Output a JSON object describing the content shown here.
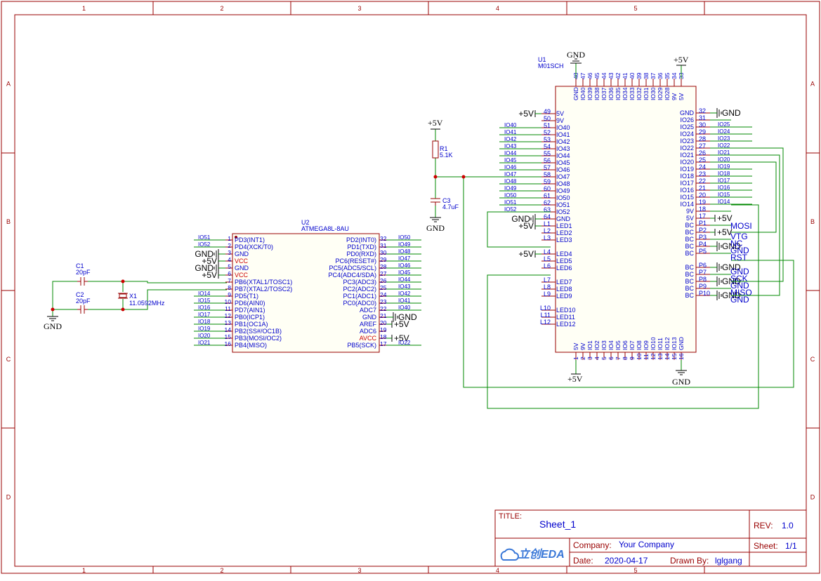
{
  "frame": {
    "columns": [
      "1",
      "2",
      "3",
      "4",
      "5"
    ],
    "rows": [
      "A",
      "B",
      "C",
      "D"
    ]
  },
  "title_block": {
    "title_label": "TITLE:",
    "title_value": "Sheet_1",
    "rev_label": "REV:",
    "rev_value": "1.0",
    "company_label": "Company:",
    "company_value": "Your Company",
    "sheet_label": "Sheet:",
    "sheet_value": "1/1",
    "date_label": "Date:",
    "date_value": "2020-04-17",
    "drawn_by_label": "Drawn By:",
    "drawn_by_value": "lglgang",
    "logo_text": "立创EDA"
  },
  "u1": {
    "ref": "U1",
    "part": "M01SCH",
    "top_pin_nums": [
      "48",
      "47",
      "46",
      "45",
      "44",
      "43",
      "42",
      "41",
      "40",
      "39",
      "38",
      "37",
      "36",
      "35",
      "34",
      "33"
    ],
    "top_pin_names": [
      "GND",
      "IO40",
      "IO39",
      "IO38",
      "IO37",
      "IO36",
      "IO35",
      "IO34",
      "IO33",
      "IO32",
      "IO31",
      "IO30",
      "IO29",
      "IO28",
      "9V",
      "5V"
    ],
    "bottom_pin_nums": [
      "1",
      "2",
      "3",
      "4",
      "5",
      "6",
      "7",
      "8",
      "9",
      "10",
      "11",
      "12",
      "13",
      "14",
      "15",
      "16"
    ],
    "bottom_pin_names": [
      "5V",
      "9V",
      "IO1",
      "IO2",
      "IO3",
      "IO4",
      "IO5",
      "IO6",
      "IO7",
      "IO8",
      "IO9",
      "IO10",
      "IO11",
      "IO12",
      "IO13",
      "GND"
    ],
    "left_pins": [
      {
        "num": "49",
        "name": "5V",
        "net": "+5V"
      },
      {
        "num": "50",
        "name": "9V",
        "net": ""
      },
      {
        "num": "51",
        "name": "IO40",
        "net": "IO40"
      },
      {
        "num": "52",
        "name": "IO41",
        "net": "IO41"
      },
      {
        "num": "53",
        "name": "IO42",
        "net": "IO42"
      },
      {
        "num": "54",
        "name": "IO43",
        "net": "IO43"
      },
      {
        "num": "55",
        "name": "IO44",
        "net": "IO44"
      },
      {
        "num": "56",
        "name": "IO45",
        "net": "IO45"
      },
      {
        "num": "57",
        "name": "IO46",
        "net": "IO46"
      },
      {
        "num": "58",
        "name": "IO47",
        "net": "IO47"
      },
      {
        "num": "59",
        "name": "IO48",
        "net": "IO48"
      },
      {
        "num": "60",
        "name": "IO49",
        "net": "IO49"
      },
      {
        "num": "61",
        "name": "IO50",
        "net": "IO50"
      },
      {
        "num": "62",
        "name": "IO51",
        "net": "IO51"
      },
      {
        "num": "63",
        "name": "IO52",
        "net": "IO52"
      },
      {
        "num": "64",
        "name": "GND",
        "net": "GND"
      },
      {
        "num": "L1",
        "name": "LED1",
        "net": "+5V"
      },
      {
        "num": "L2",
        "name": "LED2",
        "net": ""
      },
      {
        "num": "L3",
        "name": "LED3",
        "net": ""
      },
      {
        "num": "",
        "name": "",
        "net": ""
      },
      {
        "num": "L4",
        "name": "LED4",
        "net": "+5V"
      },
      {
        "num": "L5",
        "name": "LED5",
        "net": ""
      },
      {
        "num": "L6",
        "name": "LED6",
        "net": ""
      },
      {
        "num": "",
        "name": "",
        "net": ""
      },
      {
        "num": "L7",
        "name": "LED7",
        "net": ""
      },
      {
        "num": "L8",
        "name": "LED8",
        "net": ""
      },
      {
        "num": "L9",
        "name": "LED9",
        "net": ""
      },
      {
        "num": "",
        "name": "",
        "net": ""
      },
      {
        "num": "L10",
        "name": "LED10",
        "net": ""
      },
      {
        "num": "L11",
        "name": "LED11",
        "net": ""
      },
      {
        "num": "L12",
        "name": "LED12",
        "net": ""
      }
    ],
    "right_pins": [
      {
        "num": "32",
        "name": "GND",
        "net": "GND"
      },
      {
        "num": "31",
        "name": "IO26",
        "net": ""
      },
      {
        "num": "30",
        "name": "IO25",
        "net": "IO25"
      },
      {
        "num": "29",
        "name": "IO24",
        "net": "IO24"
      },
      {
        "num": "28",
        "name": "IO23",
        "net": "IO23"
      },
      {
        "num": "27",
        "name": "IO22",
        "net": "IO22"
      },
      {
        "num": "26",
        "name": "IO21",
        "net": "IO21"
      },
      {
        "num": "25",
        "name": "IO20",
        "net": "IO20"
      },
      {
        "num": "24",
        "name": "IO19",
        "net": "IO19"
      },
      {
        "num": "23",
        "name": "IO18",
        "net": "IO18"
      },
      {
        "num": "22",
        "name": "IO17",
        "net": "IO17"
      },
      {
        "num": "21",
        "name": "IO16",
        "net": "IO16"
      },
      {
        "num": "20",
        "name": "IO15",
        "net": "IO15"
      },
      {
        "num": "19",
        "name": "IO14",
        "net": "IO14"
      },
      {
        "num": "18",
        "name": "9V",
        "net": ""
      },
      {
        "num": "17",
        "name": "5V",
        "net": "+5V"
      },
      {
        "num": "P1",
        "name": "BC",
        "net": ""
      },
      {
        "num": "P2",
        "name": "BC",
        "net": "+5V"
      },
      {
        "num": "P3",
        "name": "BC",
        "net": ""
      },
      {
        "num": "P4",
        "name": "BC",
        "net": "GND"
      },
      {
        "num": "P5",
        "name": "BC",
        "net": ""
      },
      {
        "num": "",
        "name": "",
        "net": ""
      },
      {
        "num": "P6",
        "name": "BC",
        "net": "GND"
      },
      {
        "num": "P7",
        "name": "BC",
        "net": ""
      },
      {
        "num": "P8",
        "name": "BC",
        "net": "GND"
      },
      {
        "num": "P9",
        "name": "BC",
        "net": ""
      },
      {
        "num": "P10",
        "name": "BC",
        "net": "GND"
      }
    ],
    "isp_labels": [
      "MOSI",
      "VTG",
      "NC",
      "GND",
      "RST",
      "GND",
      "SCK",
      "GND",
      "MISO",
      "GND"
    ]
  },
  "u2": {
    "ref": "U2",
    "part": "ATMEGA8L-8AU",
    "left_pins": [
      {
        "num": "1",
        "name": "PD3(INT1)",
        "net": "IO51",
        "red": false
      },
      {
        "num": "2",
        "name": "PD4(XCK/T0)",
        "net": "IO52",
        "red": false
      },
      {
        "num": "3",
        "name": "GND",
        "net": "GND",
        "red": false
      },
      {
        "num": "4",
        "name": "VCC",
        "net": "+5V",
        "red": true
      },
      {
        "num": "5",
        "name": "GND",
        "net": "GND",
        "red": false
      },
      {
        "num": "6",
        "name": "VCC",
        "net": "+5V",
        "red": true
      },
      {
        "num": "7",
        "name": "PB6(XTAL1/TOSC1)",
        "net": "",
        "red": false
      },
      {
        "num": "8",
        "name": "PB7(XTAL2/TOSC2)",
        "net": "",
        "red": false
      },
      {
        "num": "9",
        "name": "PD5(T1)",
        "net": "IO14",
        "red": false
      },
      {
        "num": "10",
        "name": "PD6(AIN0)",
        "net": "IO15",
        "red": false
      },
      {
        "num": "11",
        "name": "PD7(AIN1)",
        "net": "IO16",
        "red": false
      },
      {
        "num": "12",
        "name": "PB0(ICP1)",
        "net": "IO17",
        "red": false
      },
      {
        "num": "13",
        "name": "PB1(OC1A)",
        "net": "IO18",
        "red": false
      },
      {
        "num": "14",
        "name": "PB2(SS#/OC1B)",
        "net": "IO19",
        "red": false
      },
      {
        "num": "15",
        "name": "PB3(MOSI/OC2)",
        "net": "IO20",
        "red": false
      },
      {
        "num": "16",
        "name": "PB4(MISO)",
        "net": "IO21",
        "red": false
      }
    ],
    "right_pins": [
      {
        "num": "32",
        "name": "PD2(INT0)",
        "net": "IO50",
        "red": false
      },
      {
        "num": "31",
        "name": "PD1(TXD)",
        "net": "IO49",
        "red": false
      },
      {
        "num": "30",
        "name": "PD0(RXD)",
        "net": "IO48",
        "red": false
      },
      {
        "num": "29",
        "name": "PC6(RESET#)",
        "net": "IO47",
        "red": false
      },
      {
        "num": "28",
        "name": "PC5(ADC5/SCL)",
        "net": "IO46",
        "red": false
      },
      {
        "num": "27",
        "name": "PC4(ADC4/SDA)",
        "net": "IO45",
        "red": false
      },
      {
        "num": "26",
        "name": "PC3(ADC3)",
        "net": "IO44",
        "red": false
      },
      {
        "num": "25",
        "name": "PC2(ADC2)",
        "net": "IO43",
        "red": false
      },
      {
        "num": "24",
        "name": "PC1(ADC1)",
        "net": "IO42",
        "red": false
      },
      {
        "num": "23",
        "name": "PC0(ADC0)",
        "net": "IO41",
        "red": false
      },
      {
        "num": "22",
        "name": "ADC7",
        "net": "IO40",
        "red": false
      },
      {
        "num": "21",
        "name": "GND",
        "net": "GND",
        "red": false
      },
      {
        "num": "20",
        "name": "AREF",
        "net": "+5V",
        "red": false
      },
      {
        "num": "19",
        "name": "ADC6",
        "net": "",
        "red": false
      },
      {
        "num": "18",
        "name": "AVCC",
        "net": "+5V",
        "red": true
      },
      {
        "num": "17",
        "name": "PB5(SCK)",
        "net": "IO22",
        "red": false
      }
    ]
  },
  "passives": {
    "c1_ref": "C1",
    "c1_val": "20pF",
    "c2_ref": "C2",
    "c2_val": "20pF",
    "x1_ref": "X1",
    "x1_val": "11.0592MHz",
    "r1_ref": "R1",
    "r1_val": "5.1K",
    "c3_ref": "C3",
    "c3_val": "4.7uF"
  },
  "power_labels": {
    "plus5": "+5V",
    "gnd": "GND"
  },
  "colors": {
    "frame": "#990000",
    "wire": "#008800",
    "pin_text": "#0000cc",
    "power_pin": "#cc0000",
    "junction": "#cc0000"
  }
}
